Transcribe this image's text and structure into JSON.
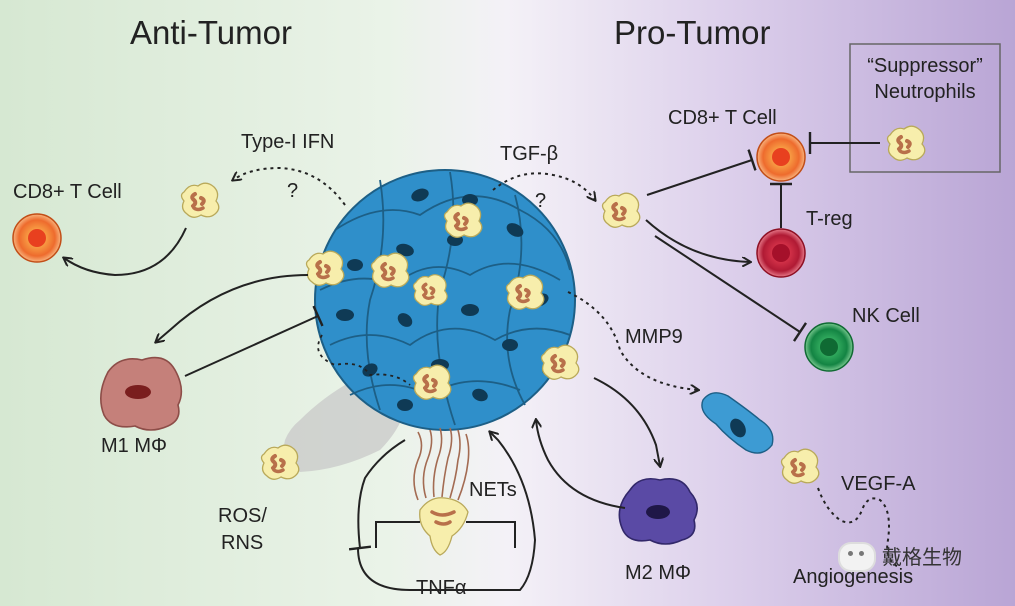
{
  "headings": {
    "anti": "Anti-Tumor",
    "pro": "Pro-Tumor"
  },
  "labels": {
    "type1_ifn": "Type-I IFN",
    "q1": "?",
    "cd8_left": "CD8+ T Cell",
    "m1": "M1 MΦ",
    "ros_line1": "ROS/",
    "ros_line2": "RNS",
    "nets": "NETs",
    "tnfa": "TNFα",
    "tgfb": "TGF-β",
    "q2": "?",
    "cd8_right": "CD8+ T Cell",
    "suppressor_line1": "“Suppressor”",
    "suppressor_line2": "Neutrophils",
    "treg": "T-reg",
    "nk": "NK Cell",
    "mmp9": "MMP9",
    "m2": "M2 MΦ",
    "vegfa": "VEGF-A",
    "angiogenesis": "Angiogenesis"
  },
  "watermark": "戴格生物",
  "colors": {
    "anti_bg": "#dcebd8",
    "pro_bg": "#c5b3dc",
    "tumor_cell": "#3d9bd3",
    "tumor_nucleus": "#0f3a55",
    "neutrophil": "#f7eeac",
    "neutrophil_nucleus": "#b8704a",
    "cd8": "#f07a35",
    "treg": "#c8213a",
    "nk": "#1f9a4e",
    "m1": "#c5807a",
    "m2": "#5a4aa5"
  }
}
